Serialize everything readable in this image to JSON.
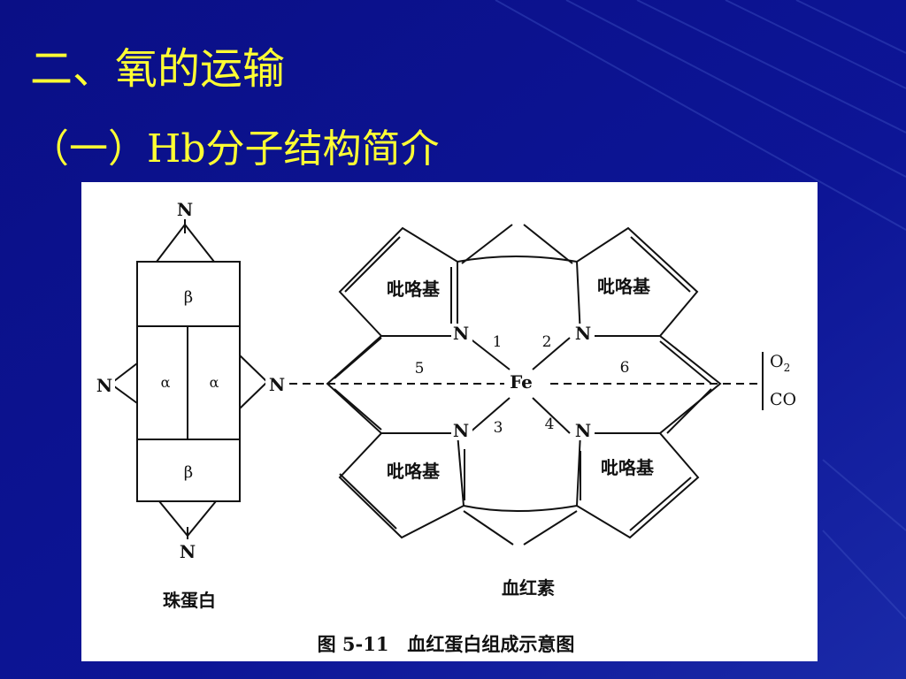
{
  "slide": {
    "title": "二、氧的运输",
    "subtitle": "（一）Hb分子结构简介",
    "colors": {
      "background": "#0c1290",
      "title": "#ffff33",
      "panel": "#ffffff"
    }
  },
  "diagram": {
    "globin": {
      "beta_top": "β",
      "alpha_left": "α",
      "alpha_right": "α",
      "beta_bottom": "β",
      "n_top": "N",
      "n_bottom": "N",
      "n_left": "N",
      "n_right": "N",
      "caption": "珠蛋白"
    },
    "heme": {
      "pyrrole_tl": "吡咯基",
      "pyrrole_tr": "吡咯基",
      "pyrrole_bl": "吡咯基",
      "pyrrole_br": "吡咯基",
      "n_tl": "N",
      "n_tr": "N",
      "n_bl": "N",
      "n_br": "N",
      "fe": "Fe",
      "bond_1": "1",
      "bond_2": "2",
      "bond_3": "3",
      "bond_4": "4",
      "bond_5": "5",
      "bond_6": "6",
      "caption": "血红素"
    },
    "ligands": {
      "o2_main": "O",
      "o2_sub": "2",
      "co": "CO"
    },
    "figure_caption": "图 5-11　血红蛋白组成示意图"
  }
}
